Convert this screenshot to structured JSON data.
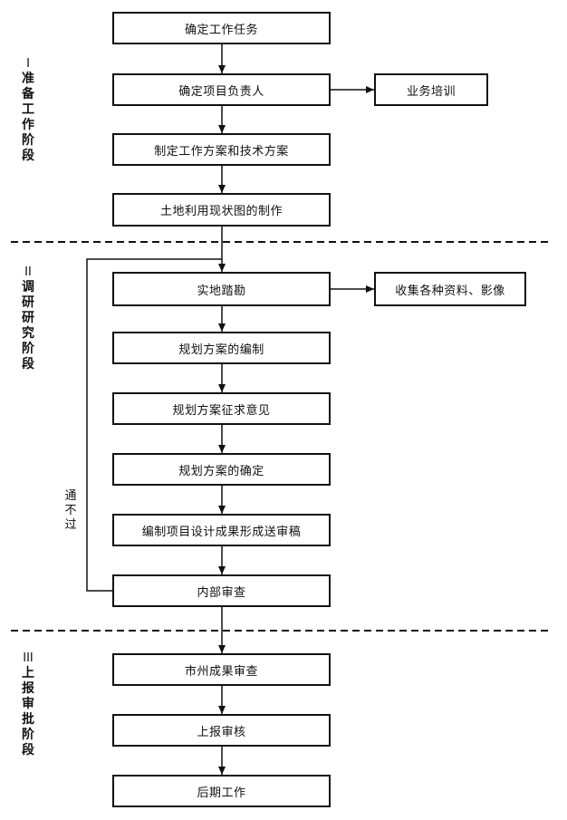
{
  "stages": [
    {
      "numeral": "I",
      "name": "准备工作阶段"
    },
    {
      "numeral": "II",
      "name": "调研研究阶段"
    },
    {
      "numeral": "III",
      "name": "上报审批阶段"
    }
  ],
  "steps": {
    "s1": "确定工作任务",
    "s2": "确定项目负责人",
    "s3": "制定工作方案和技术方案",
    "s4": "土地利用现状图的制作",
    "s5": "实地踏勘",
    "s6": "规划方案的编制",
    "s7": "规划方案征求意见",
    "s8": "规划方案的确定",
    "s9": "编制项目设计成果形成送审稿",
    "s10": "内部审查",
    "s11": "市州成果审查",
    "s12": "上报审核",
    "s13": "后期工作"
  },
  "side_boxes": {
    "training": "业务培训",
    "collect": "收集各种资料、影像"
  },
  "loop_label": "通不过"
}
